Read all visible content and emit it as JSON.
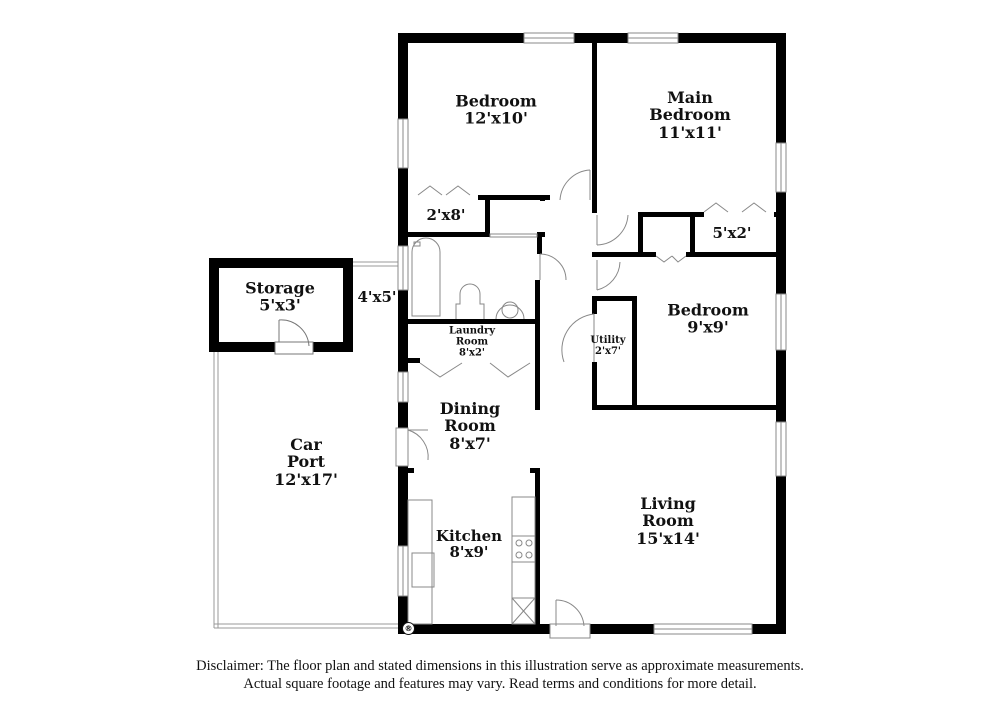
{
  "floorplan": {
    "rooms": [
      {
        "id": "bedroom-2",
        "name": "Bedroom",
        "dims": "12'x10'"
      },
      {
        "id": "main-bedroom",
        "name_line1": "Main",
        "name_line2": "Bedroom",
        "dims": "11'x11'"
      },
      {
        "id": "closet-1",
        "dims": "2'x8'"
      },
      {
        "id": "closet-2",
        "dims": "5'x2'"
      },
      {
        "id": "storage",
        "name": "Storage",
        "dims": "5'x3'"
      },
      {
        "id": "bathroom",
        "dims": "4'x5'"
      },
      {
        "id": "laundry",
        "name_line1": "Laundry",
        "name_line2": "Room",
        "dims": "8'x2'"
      },
      {
        "id": "bedroom-3",
        "name": "Bedroom",
        "dims": "9'x9'"
      },
      {
        "id": "utility",
        "name": "Utility",
        "dims": "2'x7'"
      },
      {
        "id": "dining",
        "name_line1": "Dining",
        "name_line2": "Room",
        "dims": "8'x7'"
      },
      {
        "id": "carport",
        "name_line1": "Car",
        "name_line2": "Port",
        "dims": "12'x17'"
      },
      {
        "id": "kitchen",
        "name": "Kitchen",
        "dims": "8'x9'"
      },
      {
        "id": "living",
        "name_line1": "Living",
        "name_line2": "Room",
        "dims": "15'x14'"
      }
    ],
    "registered_mark": "®"
  },
  "disclaimer": {
    "line1": "Disclaimer: The floor plan and stated dimensions in this illustration serve as approximate measurements.",
    "line2": "Actual square footage and features may vary. Read terms and conditions for more detail."
  }
}
